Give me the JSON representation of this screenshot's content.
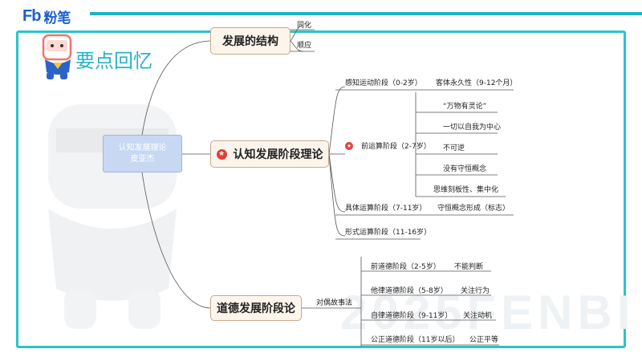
{
  "brand": {
    "logo": "Fb",
    "name": "粉笔"
  },
  "section_title": "要点回忆",
  "watermark": "2025FENBI",
  "root": {
    "line1": "认知发展理论",
    "line2": "皮亚杰"
  },
  "branches": {
    "structure": {
      "label": "发展的结构",
      "children": [
        "同化",
        "顺应"
      ]
    },
    "cognitive": {
      "label": "认知发展阶段理论",
      "icon": "star-icon",
      "stages": [
        {
          "label": "感知运动阶段（0-2岁）",
          "note": "客体永久性（9-12个月）"
        },
        {
          "label": "前运算阶段（2-7岁）",
          "icon": "star-icon",
          "features": [
            "“万物有灵论”",
            "一切以自我为中心",
            "不可逆",
            "没有守恒概念",
            "思维刻板性、集中化"
          ]
        },
        {
          "label": "具体运算阶段（7-11岁）",
          "note": "守恒概念形成（标志）"
        },
        {
          "label": "形式运算阶段（11-16岁）"
        }
      ]
    },
    "moral": {
      "label": "道德发展阶段论",
      "method": "对偶故事法",
      "stages": [
        {
          "label": "前道德阶段（2-5岁）",
          "note": "不能判断"
        },
        {
          "label": "他律道德阶段（5-8岁）",
          "note": "关注行为"
        },
        {
          "label": "自律道德阶段（9-11岁）",
          "note": "关注动机"
        },
        {
          "label": "公正道德阶段（11岁以后）",
          "note": "公正平等"
        }
      ]
    }
  }
}
